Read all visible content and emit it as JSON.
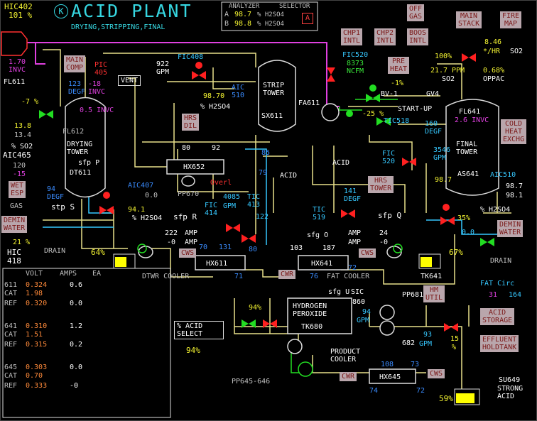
{
  "header": {
    "title": "ACID PLANT",
    "subtitle": "DRYING,STRIPPING,FINAL",
    "logo_letter": "K",
    "hic402_tag": "HIC402",
    "hic402_value": "101 %"
  },
  "analyzer": {
    "title": "ANALYZER",
    "selector_title": "SELECTOR",
    "row_a_label": "A",
    "row_a_value": "98.7",
    "row_a_unit": "% H2SO4",
    "row_b_label": "B",
    "row_b_value": "98.8",
    "row_b_unit": "% H2SO4",
    "selected": "A"
  },
  "buttons": {
    "main_comp": "MAIN\nCOMP",
    "vent": "VENT",
    "hrs_dil": "HRS\nDIL",
    "wet_esp": "WET\nESP",
    "demin_water_left": "DEMIN\nWATER",
    "chp1_intl": "CHP1\nINTL",
    "chp2_intl": "CHP2\nINTL",
    "boos_intl": "BOOS\nINTL",
    "off_gas": "OFF\nGAS",
    "pre_heat": "PRE\nHEAT",
    "main_stack": "MAIN\nSTACK",
    "fire_map": "FIRE\nMAP",
    "cold_heat_exchg": "COLD\nHEAT\nEXCHG",
    "hrs_tower": "HRS\nTOWER",
    "demin_water_right": "DEMIN\nWATER",
    "hm_util": "HM\nUTIL",
    "acid_storage": "ACID\nSTORAGE",
    "effluent_holdtank": "EFFLUENT\nHOLDTANK",
    "cws_1": "CWS",
    "cws_2": "CWS",
    "cws_3": "CWS",
    "cwr_1": "CWR",
    "cwr_2": "CWR",
    "acid_select_title": "% ACID\nSELECT",
    "acid_select_value": "94%"
  },
  "left_panel": {
    "fl611": "FL611",
    "inlet_value": "1.70",
    "inlet_unit": "INVC",
    "valve_pct": "-7 %",
    "v1": "13.8",
    "v2": "13.4",
    "so2_label": "% SO2",
    "aic465": "AIC465",
    "aic465_sp": "120",
    "aic465_out": "-15",
    "gas": "GAS",
    "stp_s": "stp S",
    "drain": "DRAIN",
    "demin_pct": "21 %",
    "hic": "HIC",
    "hic_val": "418"
  },
  "drying_tower": {
    "name": "DRYING\nTOWER",
    "sfp": "sfp P",
    "tag": "DT611",
    "fl612": "FL612",
    "degf_val": "123",
    "degf": "DEGF",
    "pic_val": "-18",
    "pic_unit": "INVC",
    "pic_tag": "PIC\n405",
    "invc_val": "0.5 INVC",
    "bottom_val": "94",
    "bottom_unit": "DEGF",
    "aic407": "AIC407",
    "aic407_val": "0.0",
    "aic407_v2": "94.1",
    "h2so4": "% H2SO4",
    "level": "64%",
    "sfp_r": "sfp R",
    "amp1": "222",
    "amp1_unit": "AMP",
    "amp2": "-0",
    "amp2_unit": "AMP",
    "cooler": "DTWR COOLER",
    "hx611": "HX611",
    "hx611_in": "70",
    "hx611_out": "131",
    "hx611_b": "71",
    "hx611_c": "80"
  },
  "strip_tower": {
    "name": "STRIP\nTOWER",
    "tag": "SX611",
    "fa611": "FA611",
    "fic408": "FIC408",
    "fic408_val": "922",
    "fic408_unit": "GPM",
    "aic": "AIC\n510",
    "aic_val": "98.70",
    "h2so4": "% H2SO4",
    "hx652": "HX652",
    "hx652_a": "80",
    "hx652_b": "92",
    "pp670": "PP670",
    "overl": "Overl",
    "val85": "85",
    "val79": "79",
    "acid": "ACID",
    "fic414": "FIC\n414",
    "fic414_val": "4085",
    "fic414_unit": "GPM",
    "tic413": "TIC\n413",
    "val122": "122"
  },
  "final_tower": {
    "name": "FINAL\nTOWER",
    "tag": "AS641",
    "fl641": "FL641",
    "invc": "2.6 INVC",
    "fic520_tag": "FIC520",
    "fic520_val": "8373",
    "fic520_unit": "NCFM",
    "bv1": "BV-1",
    "bv1_pct": "-1%",
    "gv4": "GV4",
    "startup": "START-UP",
    "valve25": "-25 %",
    "tic518": "TIC518",
    "tic518_val": "160",
    "tic518_unit": "DEGF",
    "acid": "ACID",
    "fic520b": "FIC\n520",
    "fic520b_val": "3546",
    "fic520b_unit": "GPM",
    "val987": "98.7",
    "aic510": "AIC510",
    "aic510_v1": "98.7",
    "aic510_v2": "98.1",
    "tic519": "TIC\n519",
    "tic519_val": "141",
    "tic519_unit": "DEGF",
    "sfp_q": "sfp Q",
    "sfg_o": "sfg O",
    "amp1": "103",
    "amp2": "187",
    "amp_unit": "AMP",
    "amp_unit2": "AMP",
    "amp3": "24",
    "amp4": "-0",
    "hx641": "HX641",
    "hx641_a": "76",
    "hx641_b": "72",
    "fat_cooler": "FAT COOLER",
    "tk641": "TK641",
    "level": "67%",
    "pct35": "35%",
    "h2so4": "% H2SO4",
    "val00": "0.0",
    "drain": "DRAIN"
  },
  "stack": {
    "pct": "100%",
    "rate": "8.46",
    "rate_unit": "*/HR",
    "so2": "SO2",
    "ppm_val": "21.7",
    "ppm": "PPM",
    "opac_val": "0.68%",
    "so2b": "SO2",
    "oppac": "OPPAC"
  },
  "bottom": {
    "peroxide_title": "HYDROGEN\nPEROXIDE",
    "tk680": "TK680",
    "pct94": "94%",
    "sfg_u": "sfg U",
    "sic": "SIC",
    "sic_val": "860",
    "gpm94": "94",
    "gpm94_unit": "GPM",
    "pp681": "PP681",
    "pp682": "682",
    "gpm93": "93",
    "gpm93_unit": "GPM",
    "product_cooler": "PRODUCT\nCOOLER",
    "pp645": "PP645-646",
    "hx645": "HX645",
    "hx645_a": "108",
    "hx645_b": "73",
    "hx645_c": "74",
    "hx645_d": "72",
    "fat_circ": "FAT Circ",
    "fat_circ_a": "31",
    "fat_circ_b": "164",
    "pct15": "15",
    "pct15_unit": "%",
    "su649": "SU649",
    "strong": "STRONG\nACID",
    "level": "59%"
  },
  "table": {
    "headers": [
      "VOLT",
      "AMPS",
      "EA"
    ],
    "rows": [
      {
        "label": "611",
        "volt": "0.324",
        "amps": "0.6"
      },
      {
        "label": "CAT",
        "volt": "1.98",
        "amps": ""
      },
      {
        "label": "REF",
        "volt": "0.320",
        "amps": "0.0"
      },
      {
        "label": "641",
        "volt": "0.310",
        "amps": "1.2"
      },
      {
        "label": "CAT",
        "volt": "1.51",
        "amps": ""
      },
      {
        "label": "REF",
        "volt": "0.315",
        "amps": "0.2"
      },
      {
        "label": "645",
        "volt": "0.303",
        "amps": "0.0"
      },
      {
        "label": "CAT",
        "volt": "0.70",
        "amps": ""
      },
      {
        "label": "REF",
        "volt": "0.333",
        "amps": "-0"
      }
    ]
  },
  "colors": {
    "pipe": "#f0e68c",
    "gas": "#e040e0",
    "water": "#36c8ff",
    "valve_red": "#ff2020",
    "valve_green": "#22dd22"
  }
}
